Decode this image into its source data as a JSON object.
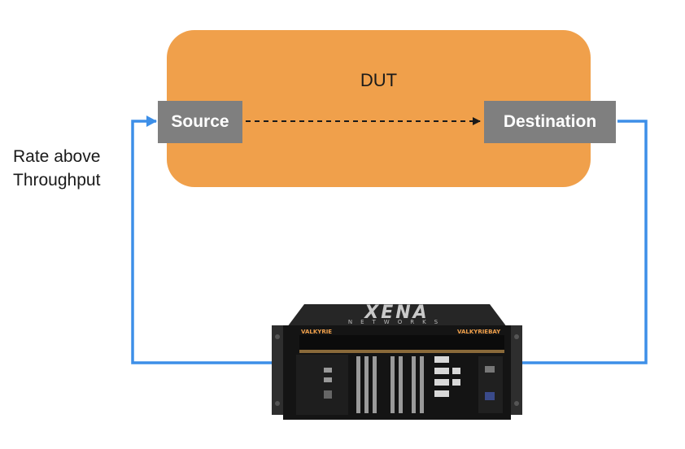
{
  "dut": {
    "label": "DUT"
  },
  "ports": {
    "source": "Source",
    "destination": "Destination"
  },
  "annotation": {
    "line1": "Rate above",
    "line2": "Throughput"
  },
  "tester": {
    "brand": "XENA",
    "subtitle": "NETWORKS",
    "left_badge": "VALKYRIE",
    "right_badge": "VALKYRIEBAY"
  },
  "colors": {
    "dut_fill": "#f0a04b",
    "port_fill": "#7f7f7f",
    "link_line": "#3d8fe8",
    "internal_flow": "#1a1a1a"
  }
}
